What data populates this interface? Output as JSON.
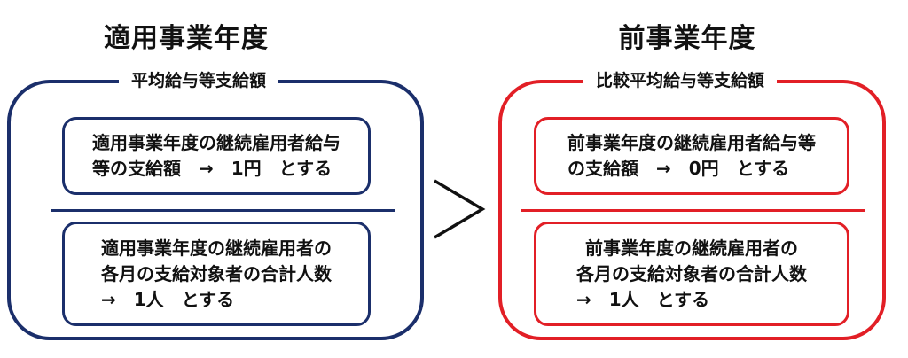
{
  "left": {
    "title": "適用事業年度",
    "caption": "平均給与等支給額",
    "numerator": [
      "適用事業年度の継続雇用者給与",
      "等の支給額　→　1円　とする"
    ],
    "denominator": [
      "適用事業年度の継続雇用者の",
      "各月の支給対象者の合計人数",
      "→　1人　とする"
    ],
    "color": "#1b2f6b"
  },
  "comparison_symbol": ">",
  "right": {
    "title": "前事業年度",
    "caption": "比較平均給与等支給額",
    "numerator": [
      "前事業年度の継続雇用者給与等",
      "の支給額　→　0円　とする"
    ],
    "denominator": [
      "前事業年度の継続雇用者の",
      "各月の支給対象者の合計人数",
      "→　1人　とする"
    ],
    "color": "#e21f26"
  }
}
